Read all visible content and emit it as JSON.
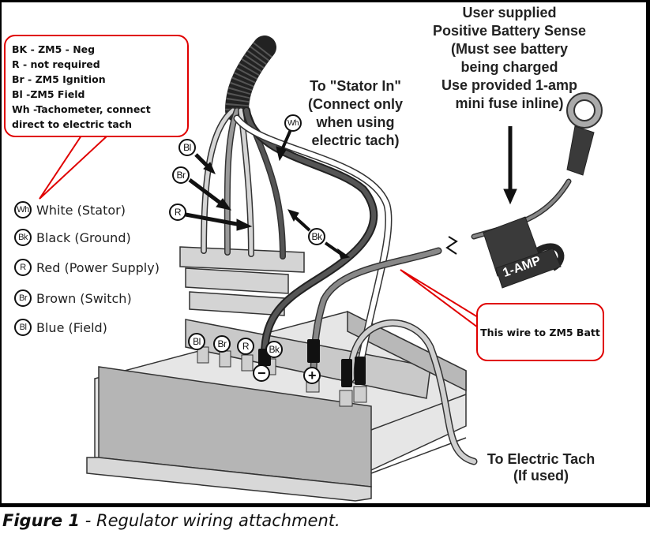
{
  "figure": {
    "caption_label": "Figure 1",
    "caption_separator": " - ",
    "caption_text": "Regulator wiring attachment."
  },
  "notes": {
    "top_left_bubble": [
      "BK - ZM5 - Neg",
      "R - not required",
      "Br - ZM5 Ignition",
      "Bl -ZM5 Field",
      "Wh -Tachometer, connect",
      "direct to electric tach"
    ],
    "batt_bubble": "This wire to ZM5 Batt",
    "annotation_color": "#e00000"
  },
  "labels": {
    "battery_sense": "User supplied\nPositive Battery Sense\n(Must see battery\nbeing charged\nUse provided 1-amp\nmini fuse inline)",
    "stator_in": "To \"Stator In\"\n(Connect only\nwhen using\nelectric tach)",
    "electric_tach": "To Electric Tach\n(If used)",
    "fuse": "1-AMP"
  },
  "legend": [
    {
      "code": "Wh",
      "text": "White (Stator)"
    },
    {
      "code": "Bk",
      "text": "Black (Ground)"
    },
    {
      "code": "R",
      "text": "Red (Power Supply)"
    },
    {
      "code": "Br",
      "text": "Brown (Switch)"
    },
    {
      "code": "Bl",
      "text": "Blue (Field)"
    }
  ],
  "wire_tags": {
    "bl": "Bl",
    "br": "Br",
    "r": "R",
    "wh": "Wh",
    "bk": "Bk"
  },
  "terminal_tags": {
    "bl": "Bl",
    "br": "Br",
    "r": "R",
    "bk": "Bk",
    "neg": "−",
    "pos": "+"
  }
}
